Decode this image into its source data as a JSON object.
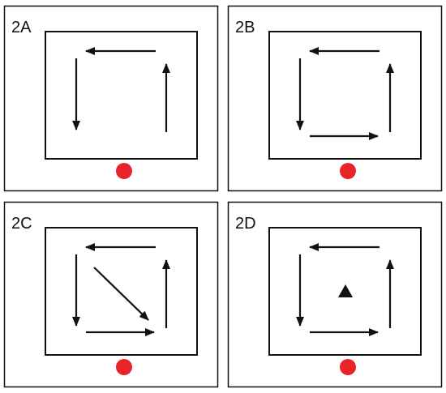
{
  "colors": {
    "stroke": "#111111",
    "dot": "#e8242a",
    "background": "#ffffff"
  },
  "panels": [
    {
      "id": "2a",
      "label": "2A",
      "arrows": [
        "top-left",
        "left-down",
        "right-up"
      ],
      "center_mark": null,
      "dot_icon": "red-dot"
    },
    {
      "id": "2b",
      "label": "2B",
      "arrows": [
        "top-left",
        "left-down",
        "bottom-right",
        "right-up"
      ],
      "center_mark": null,
      "dot_icon": "red-dot"
    },
    {
      "id": "2c",
      "label": "2C",
      "arrows": [
        "top-left",
        "left-down",
        "bottom-right",
        "right-up",
        "diagonal"
      ],
      "center_mark": null,
      "dot_icon": "red-dot"
    },
    {
      "id": "2d",
      "label": "2D",
      "arrows": [
        "top-left",
        "left-down",
        "bottom-right",
        "right-up"
      ],
      "center_mark": "triangle-icon",
      "dot_icon": "red-dot"
    }
  ]
}
